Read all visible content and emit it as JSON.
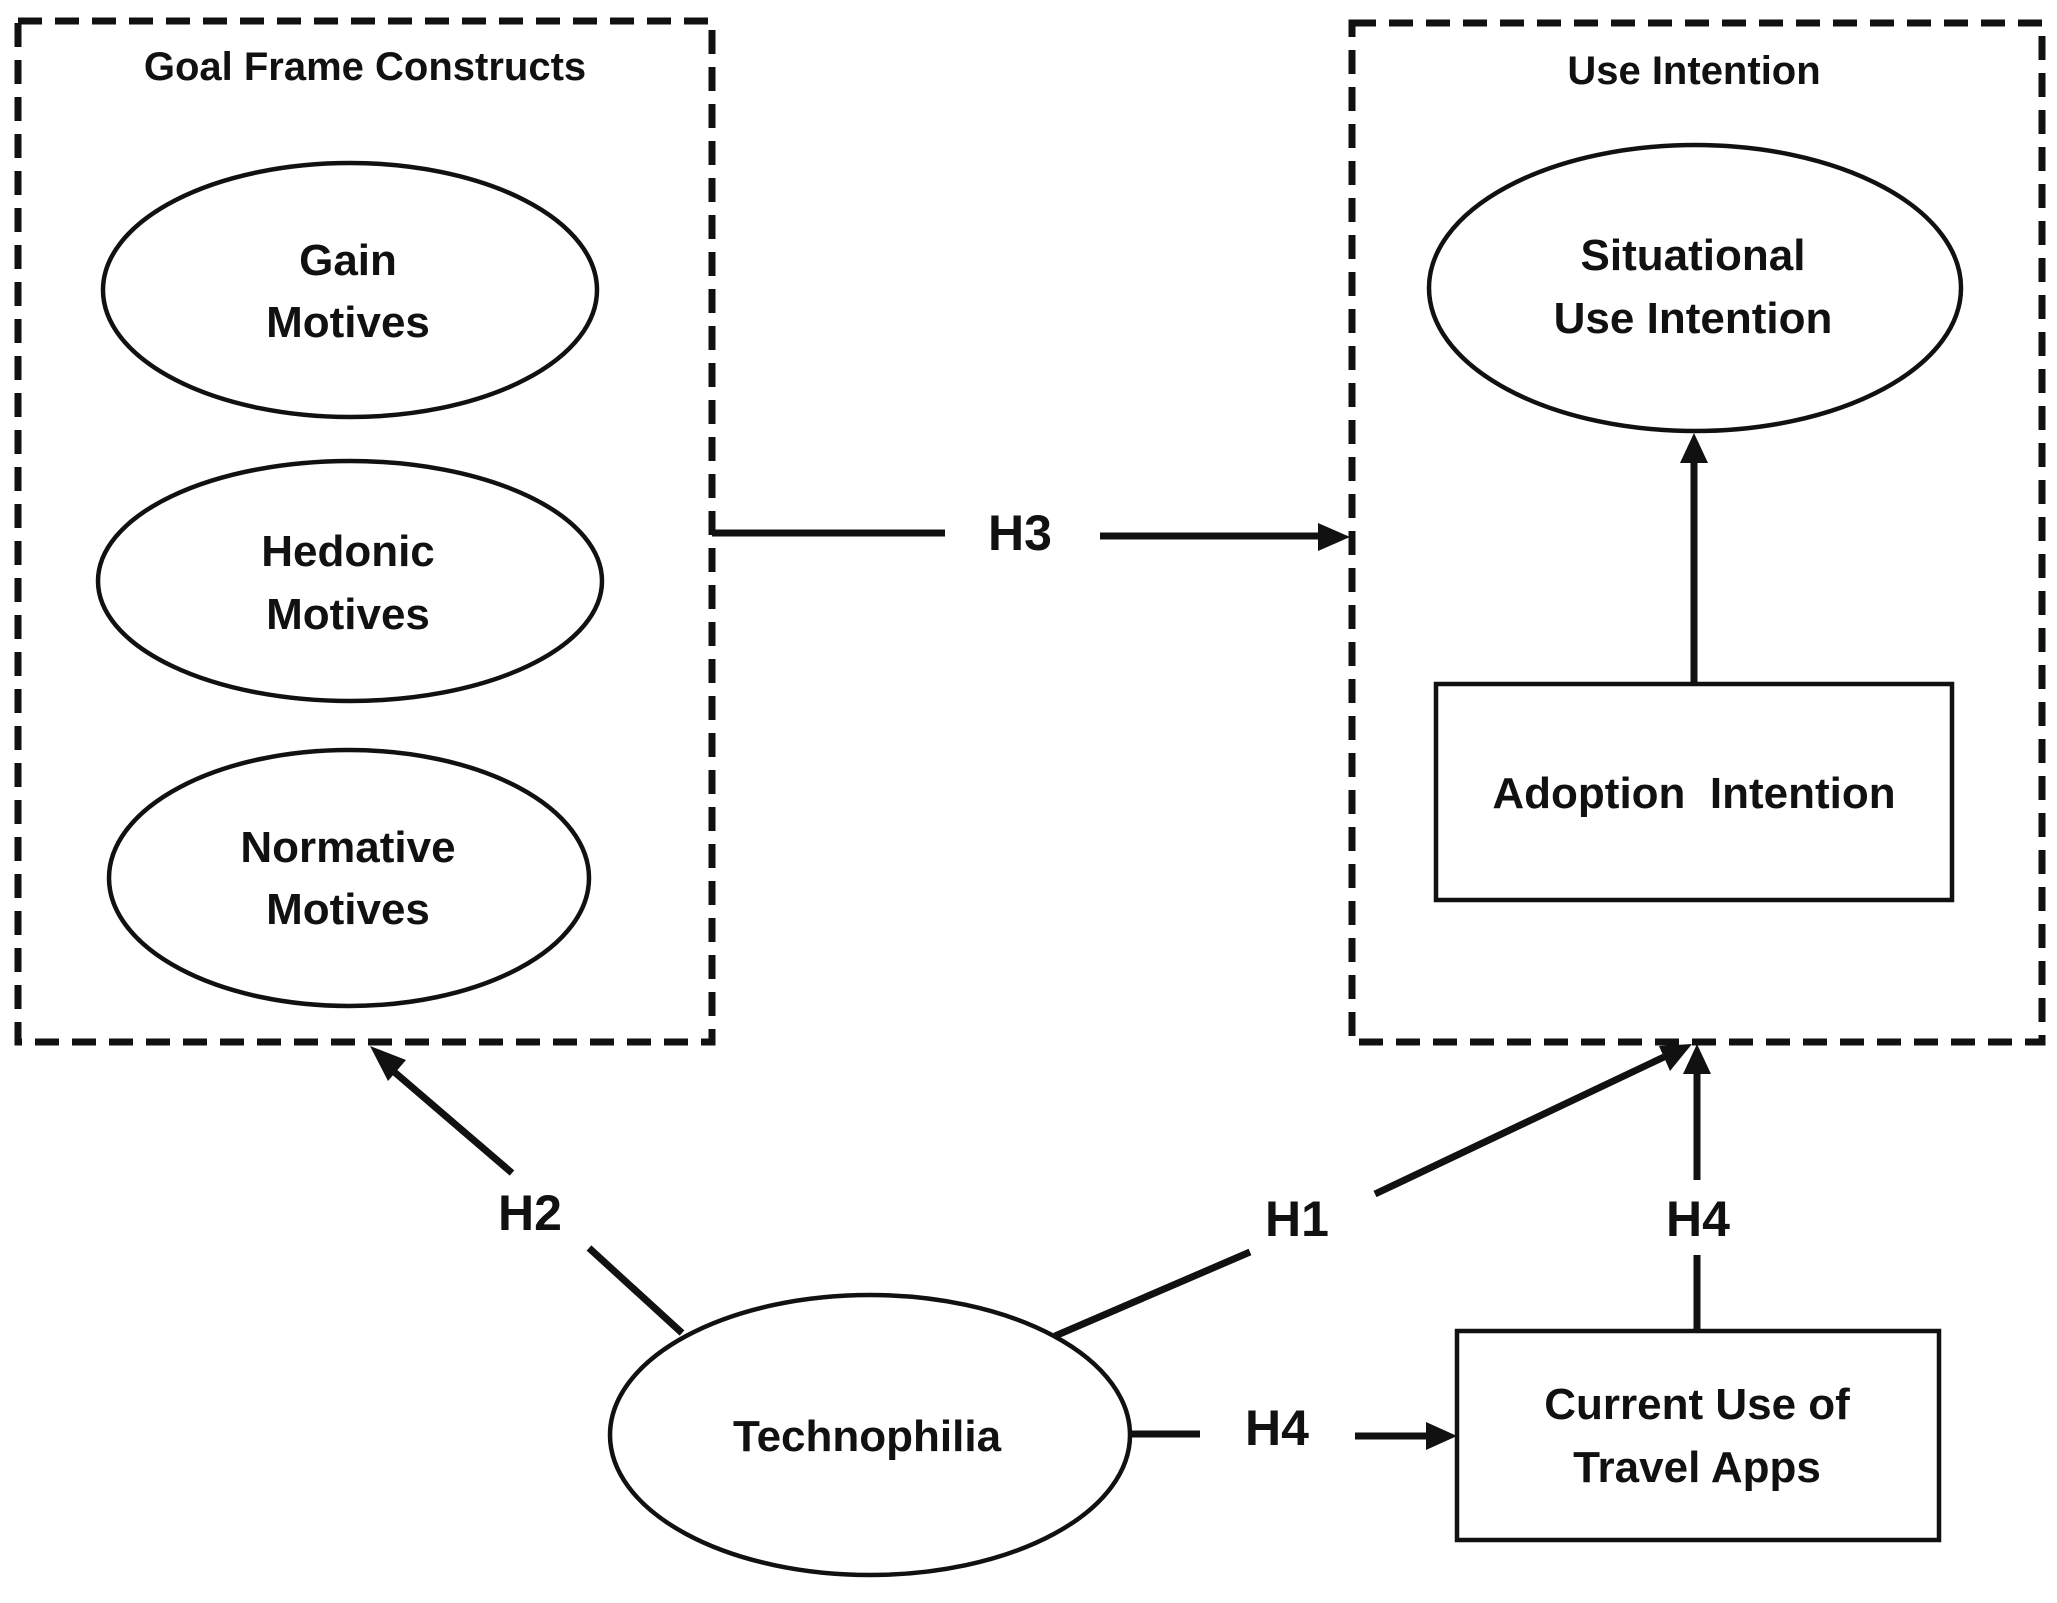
{
  "groups": {
    "goal_frame": {
      "title": "Goal Frame Constructs"
    },
    "use_intention": {
      "title": "Use Intention"
    }
  },
  "nodes": {
    "gain": {
      "lines": [
        "Gain",
        "Motives"
      ]
    },
    "hedonic": {
      "lines": [
        "Hedonic",
        "Motives"
      ]
    },
    "normative": {
      "lines": [
        "Normative",
        "Motives"
      ]
    },
    "situational": {
      "lines": [
        "Situational",
        "Use Intention"
      ]
    },
    "adoption": {
      "lines": [
        "Adoption  Intention"
      ]
    },
    "technophilia": {
      "lines": [
        "Technophilia"
      ]
    },
    "current_use": {
      "lines": [
        "Current Use of",
        "Travel Apps"
      ]
    }
  },
  "paths": {
    "h1": "H1",
    "h2": "H2",
    "h3": "H3",
    "h4_horizontal": "H4",
    "h4_vertical": "H4"
  },
  "colors": {
    "ink": "#111111",
    "background": "#ffffff"
  }
}
